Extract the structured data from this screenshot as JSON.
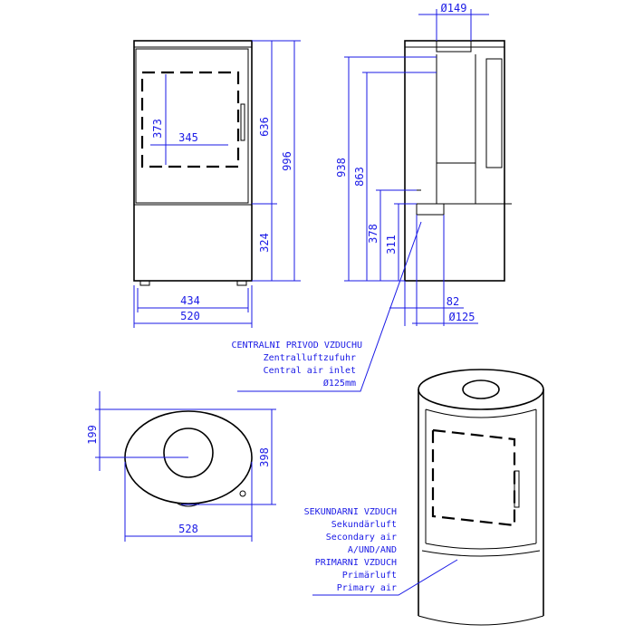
{
  "dimensions": {
    "front": {
      "door_height": "373",
      "door_width": "345",
      "upper_height": "636",
      "total_height": "996",
      "lower_height": "324",
      "inner_width": "434",
      "total_width": "520"
    },
    "side": {
      "flue_diameter": "Ø149",
      "height_938": "938",
      "height_863": "863",
      "height_378": "378",
      "height_311": "311",
      "depth_82": "82",
      "inlet_diameter": "Ø125"
    },
    "top": {
      "depth_half": "199",
      "depth": "398",
      "width": "528"
    }
  },
  "labels": {
    "central_air": [
      "CENTRALNI PRIVOD VZDUCHU",
      "Zentralluftzufuhr",
      "Central air inlet",
      "Ø125mm"
    ],
    "air": [
      "SEKUNDARNI VZDUCH",
      "Sekundärluft",
      "Secondary air",
      "A/UND/AND",
      "PRIMARNI VZDUCH",
      "Primärluft",
      "Primary air"
    ]
  },
  "colors": {
    "dimension": "#1a1ae6",
    "outline": "#000000"
  }
}
